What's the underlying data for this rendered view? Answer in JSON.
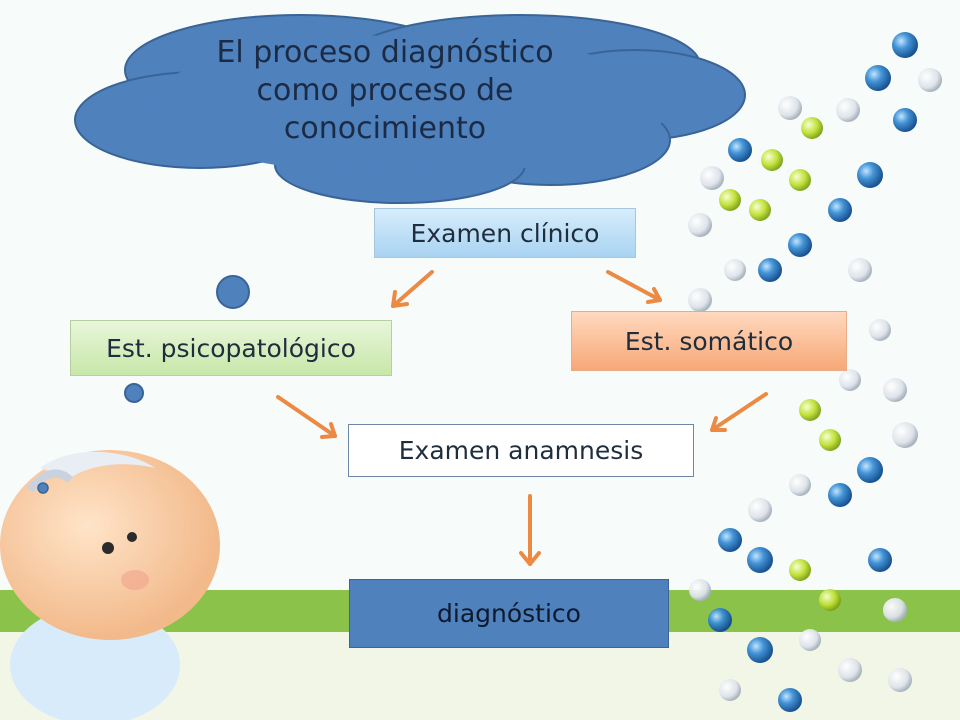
{
  "title": {
    "lines": [
      "El proceso diagnóstico",
      "como proceso de",
      "conocimiento"
    ]
  },
  "nodes": {
    "clinico": "Examen clínico",
    "psicopatologico": "Est. psicopatológico",
    "somatico": "Est. somático",
    "anamnesis": "Examen anamnesis",
    "diagnostico": "diagnóstico"
  },
  "edges": [
    [
      "clinico",
      "psicopatologico"
    ],
    [
      "clinico",
      "somatico"
    ],
    [
      "psicopatologico",
      "anamnesis"
    ],
    [
      "somatico",
      "anamnesis"
    ],
    [
      "anamnesis",
      "diagnostico"
    ]
  ],
  "colors": {
    "cloud_fill": "#4f81bd",
    "arrow": "#ec8a43",
    "grass": "#8bc34a",
    "clinico_fill": "#bfe0f7",
    "psico_fill": "#d6efc0",
    "somatico_fill": "#fbbb93",
    "diagnostico_fill": "#4f81bd"
  }
}
